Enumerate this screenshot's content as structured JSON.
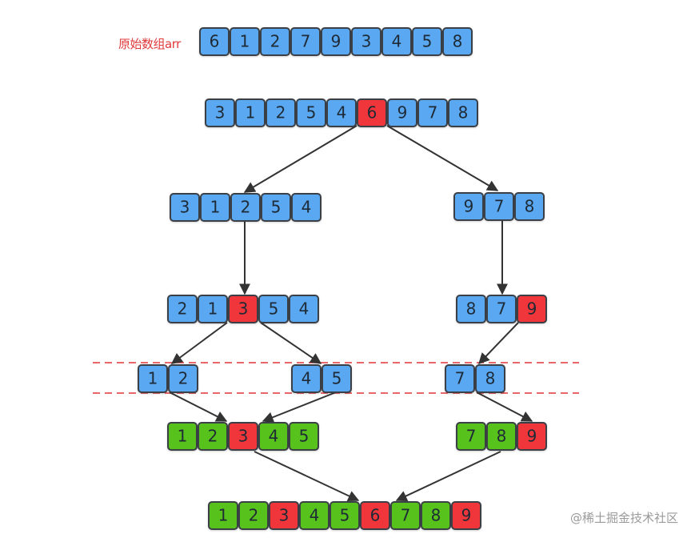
{
  "label": "原始数组arr",
  "watermark": "@稀土掘金技术社区",
  "colors": {
    "normal": "#5aa8f2",
    "pivot": "#f0353a",
    "sorted": "#58c21a",
    "border": "#3a3f46",
    "arrow": "#333333",
    "dashed": "#e2343a"
  },
  "rows": [
    {
      "cells": [
        {
          "v": "6",
          "c": "normal"
        },
        {
          "v": "1",
          "c": "normal"
        },
        {
          "v": "2",
          "c": "normal"
        },
        {
          "v": "7",
          "c": "normal"
        },
        {
          "v": "9",
          "c": "normal"
        },
        {
          "v": "3",
          "c": "normal"
        },
        {
          "v": "4",
          "c": "normal"
        },
        {
          "v": "5",
          "c": "normal"
        },
        {
          "v": "8",
          "c": "normal"
        }
      ]
    },
    {
      "cells": [
        {
          "v": "3",
          "c": "normal"
        },
        {
          "v": "1",
          "c": "normal"
        },
        {
          "v": "2",
          "c": "normal"
        },
        {
          "v": "5",
          "c": "normal"
        },
        {
          "v": "4",
          "c": "normal"
        },
        {
          "v": "6",
          "c": "pivot"
        },
        {
          "v": "9",
          "c": "normal"
        },
        {
          "v": "7",
          "c": "normal"
        },
        {
          "v": "8",
          "c": "normal"
        }
      ]
    },
    {
      "cells": [
        {
          "v": "3",
          "c": "normal"
        },
        {
          "v": "1",
          "c": "normal"
        },
        {
          "v": "2",
          "c": "normal"
        },
        {
          "v": "5",
          "c": "normal"
        },
        {
          "v": "4",
          "c": "normal"
        }
      ]
    },
    {
      "cells": [
        {
          "v": "9",
          "c": "normal"
        },
        {
          "v": "7",
          "c": "normal"
        },
        {
          "v": "8",
          "c": "normal"
        }
      ]
    },
    {
      "cells": [
        {
          "v": "2",
          "c": "normal"
        },
        {
          "v": "1",
          "c": "normal"
        },
        {
          "v": "3",
          "c": "pivot"
        },
        {
          "v": "5",
          "c": "normal"
        },
        {
          "v": "4",
          "c": "normal"
        }
      ]
    },
    {
      "cells": [
        {
          "v": "8",
          "c": "normal"
        },
        {
          "v": "7",
          "c": "normal"
        },
        {
          "v": "9",
          "c": "pivot"
        }
      ]
    },
    {
      "cells": [
        {
          "v": "1",
          "c": "normal"
        },
        {
          "v": "2",
          "c": "normal"
        }
      ]
    },
    {
      "cells": [
        {
          "v": "4",
          "c": "normal"
        },
        {
          "v": "5",
          "c": "normal"
        }
      ]
    },
    {
      "cells": [
        {
          "v": "7",
          "c": "normal"
        },
        {
          "v": "8",
          "c": "normal"
        }
      ]
    },
    {
      "cells": [
        {
          "v": "1",
          "c": "sorted"
        },
        {
          "v": "2",
          "c": "sorted"
        },
        {
          "v": "3",
          "c": "pivot"
        },
        {
          "v": "4",
          "c": "sorted"
        },
        {
          "v": "5",
          "c": "sorted"
        }
      ]
    },
    {
      "cells": [
        {
          "v": "7",
          "c": "sorted"
        },
        {
          "v": "8",
          "c": "sorted"
        },
        {
          "v": "9",
          "c": "pivot"
        }
      ]
    },
    {
      "cells": [
        {
          "v": "1",
          "c": "sorted"
        },
        {
          "v": "2",
          "c": "sorted"
        },
        {
          "v": "3",
          "c": "pivot"
        },
        {
          "v": "4",
          "c": "sorted"
        },
        {
          "v": "5",
          "c": "sorted"
        },
        {
          "v": "6",
          "c": "pivot"
        },
        {
          "v": "7",
          "c": "sorted"
        },
        {
          "v": "8",
          "c": "sorted"
        },
        {
          "v": "9",
          "c": "pivot"
        }
      ]
    }
  ]
}
